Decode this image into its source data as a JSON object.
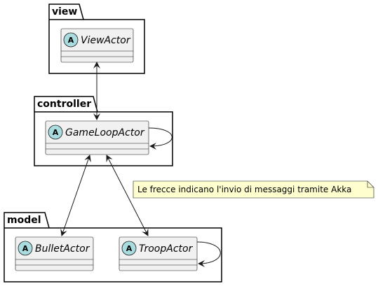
{
  "packages": {
    "view": {
      "title": "view"
    },
    "controller": {
      "title": "controller"
    },
    "model": {
      "title": "model"
    }
  },
  "classes": {
    "view_actor": {
      "name": "ViewActor",
      "stereotype": "A"
    },
    "game_loop_actor": {
      "name": "GameLoopActor",
      "stereotype": "A"
    },
    "bullet_actor": {
      "name": "BulletActor",
      "stereotype": "A"
    },
    "troop_actor": {
      "name": "TroopActor",
      "stereotype": "A"
    }
  },
  "note": {
    "text": "Le frecce indicano l'invio di messaggi tramite Akka"
  },
  "colors": {
    "class_fill": "#f1f1f1",
    "badge_fill": "#a9dcdf",
    "note_fill": "#fefece",
    "stroke": "#181818"
  }
}
